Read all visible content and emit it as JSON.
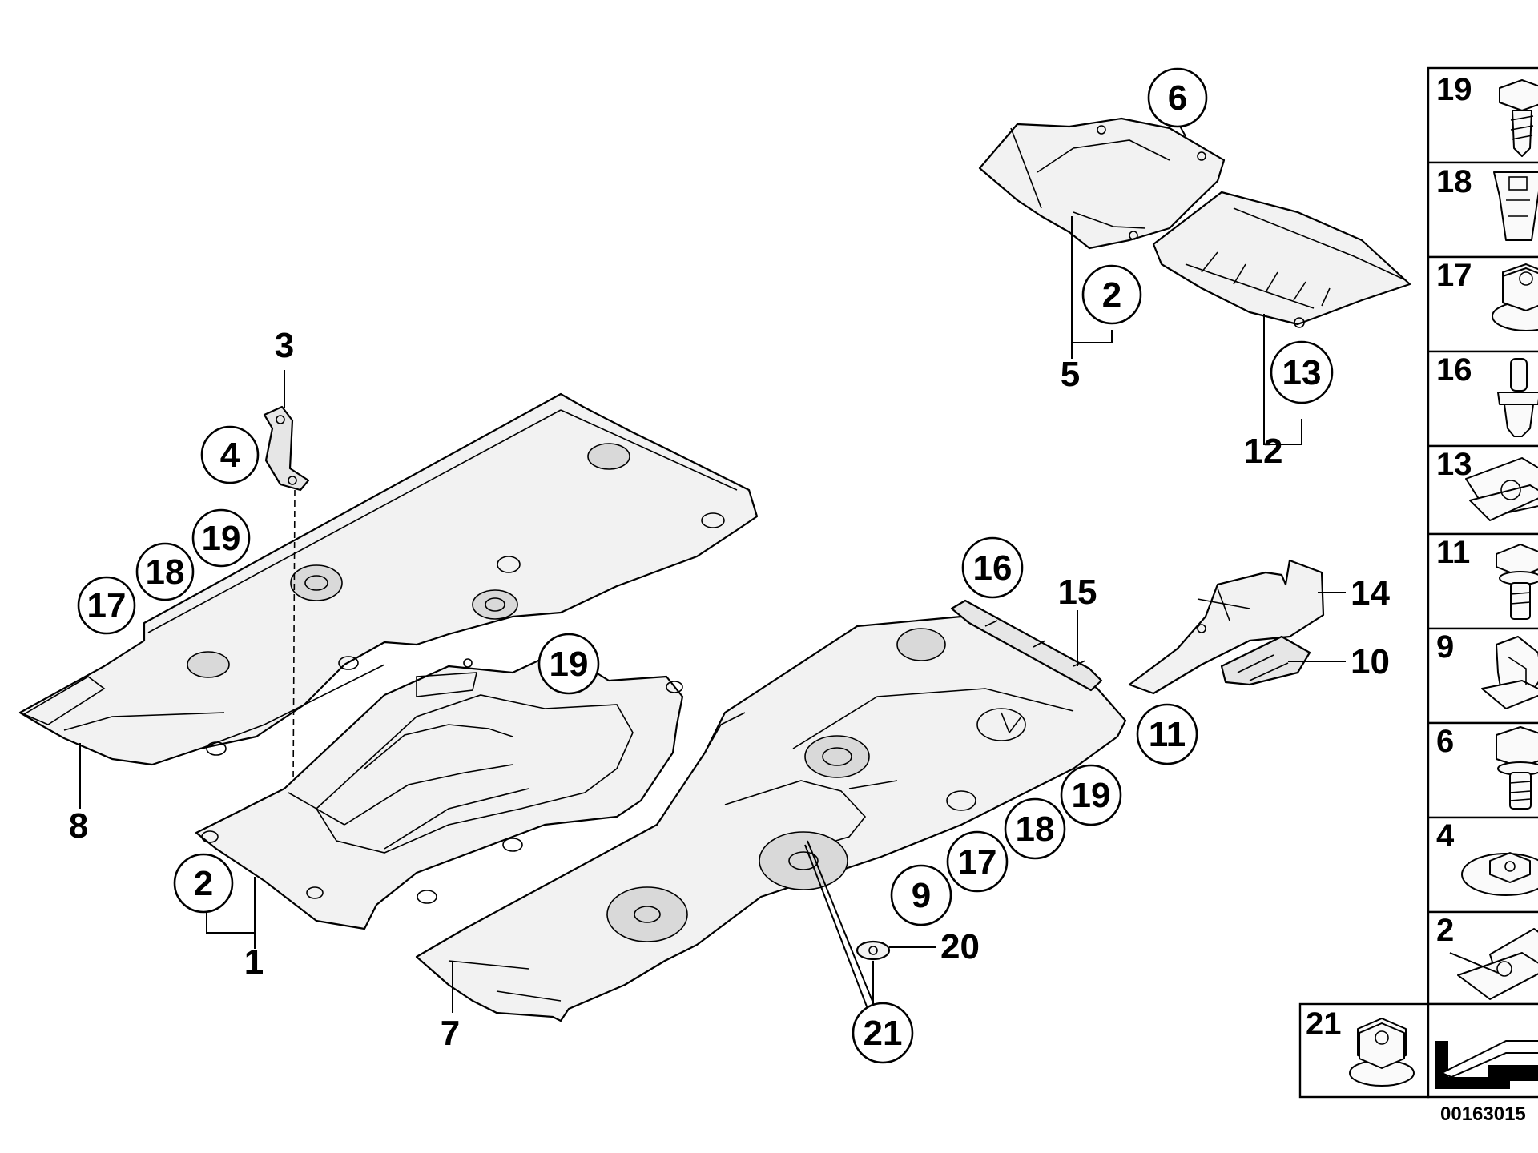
{
  "callouts": {
    "c6": "6",
    "c2_top": "2",
    "c13": "13",
    "c4": "4",
    "c19_a": "19",
    "c18_a": "18",
    "c17_a": "17",
    "c19_b": "19",
    "c16": "16",
    "c11": "11",
    "c19_c": "19",
    "c18_c": "18",
    "c17_c": "17",
    "c9": "9",
    "c2_bot": "2",
    "c21": "21"
  },
  "labels": {
    "l5": "5",
    "l12": "12",
    "l3": "3",
    "l8": "8",
    "l15": "15",
    "l14": "14",
    "l10": "10",
    "l1": "1",
    "l20": "20",
    "l7": "7"
  },
  "legend": {
    "r19": "19",
    "r18": "18",
    "r17": "17",
    "r16": "16",
    "r13": "13",
    "r11": "11",
    "r9": "9",
    "r6": "6",
    "r4": "4",
    "r2": "2",
    "r21": "21"
  },
  "diagram_id": "00163015"
}
